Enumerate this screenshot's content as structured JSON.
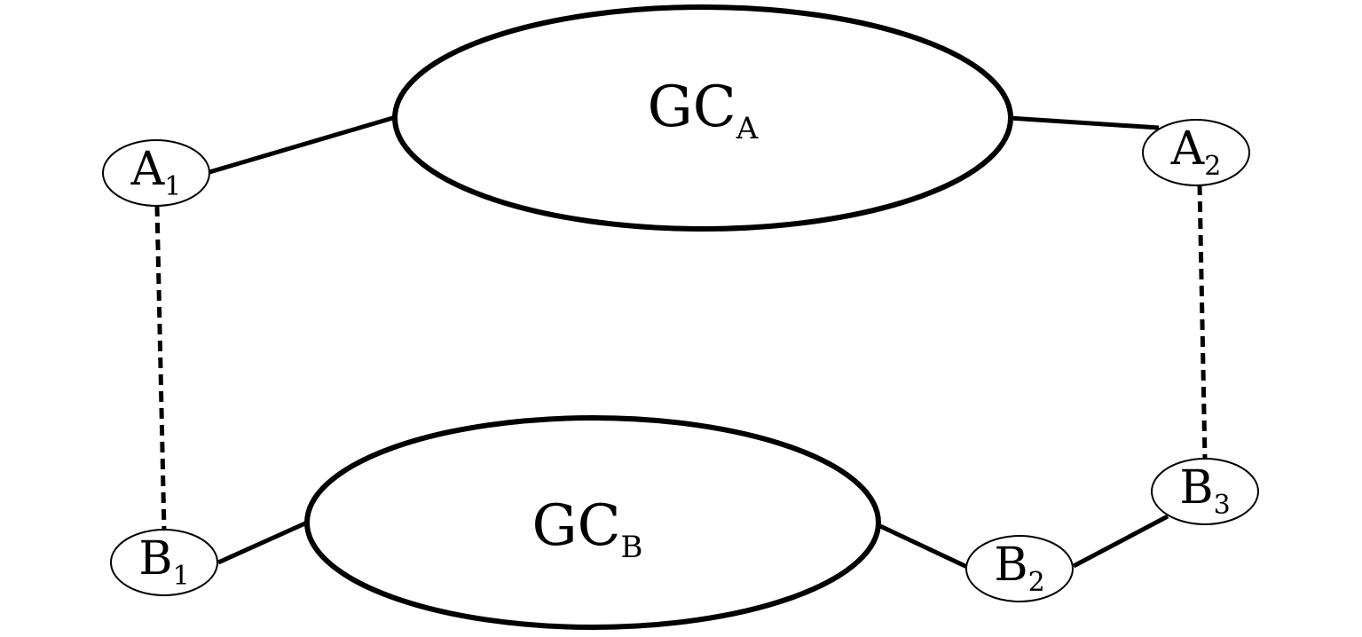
{
  "clusters": {
    "gca": {
      "base": "GC",
      "sub": "A"
    },
    "gcb": {
      "base": "GC",
      "sub": "B"
    }
  },
  "nodes": {
    "a1": {
      "base": "A",
      "sub": "1"
    },
    "a2": {
      "base": "A",
      "sub": "2"
    },
    "b1": {
      "base": "B",
      "sub": "1"
    },
    "b2": {
      "base": "B",
      "sub": "2"
    },
    "b3": {
      "base": "B",
      "sub": "3"
    }
  },
  "edges": [
    {
      "from": "A1",
      "to": "GC_A",
      "style": "solid"
    },
    {
      "from": "GC_A",
      "to": "A2",
      "style": "solid"
    },
    {
      "from": "B1",
      "to": "GC_B",
      "style": "solid"
    },
    {
      "from": "GC_B",
      "to": "B2",
      "style": "solid"
    },
    {
      "from": "B2",
      "to": "B3",
      "style": "solid"
    },
    {
      "from": "A1",
      "to": "B1",
      "style": "dashed"
    },
    {
      "from": "A2",
      "to": "B3",
      "style": "dashed"
    }
  ],
  "colors": {
    "stroke": "#000000",
    "background": "#ffffff"
  }
}
